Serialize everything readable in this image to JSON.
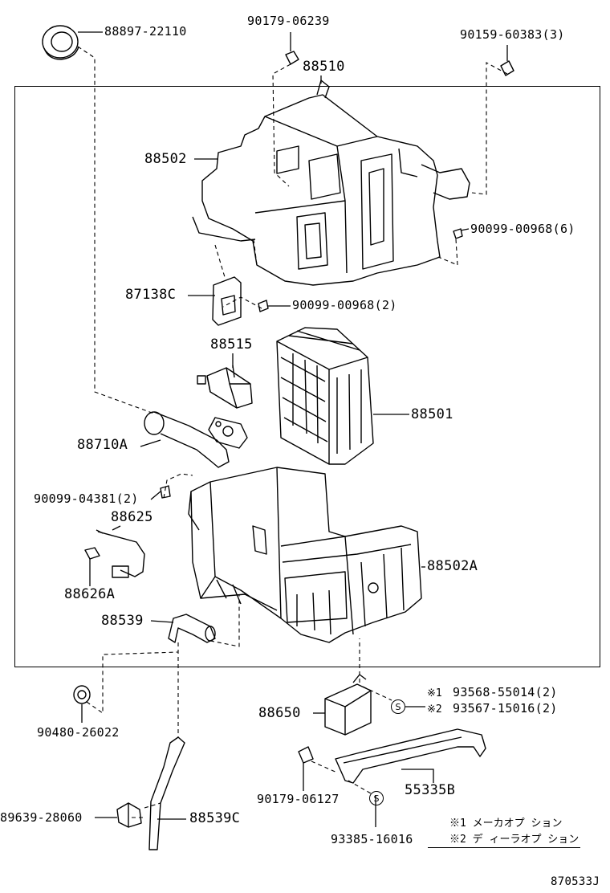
{
  "parts": {
    "p_88897_22110": "88897-22110",
    "p_90179_06239": "90179-06239",
    "p_90159_60383": "90159-60383(3)",
    "p_88510": "88510",
    "p_88502": "88502",
    "p_90099_00968_6": "90099-00968(6)",
    "p_87138C": "87138C",
    "p_90099_00968_2": "90099-00968(2)",
    "p_88515": "88515",
    "p_88501": "88501",
    "p_88710A": "88710A",
    "p_90099_04381": "90099-04381(2)",
    "p_88625": "88625",
    "p_88502A": "88502A",
    "p_88626A": "88626A",
    "p_88539": "88539",
    "p_93568": "93568-55014(2)",
    "p_93567": "93567-15016(2)",
    "p_88650": "88650",
    "p_90480": "90480-26022",
    "p_90179_06127": "90179-06127",
    "p_55335B": "55335B",
    "p_89639": "89639-28060",
    "p_88539C": "88539C",
    "p_93385": "93385-16016"
  },
  "marks": {
    "note1": "※1",
    "note2": "※2",
    "s_symbol": "S"
  },
  "legend": {
    "line1": "※1 メーカオプ ション",
    "line2": "※2 デ ィーラオプ ション"
  },
  "diagram_code": "870533J"
}
